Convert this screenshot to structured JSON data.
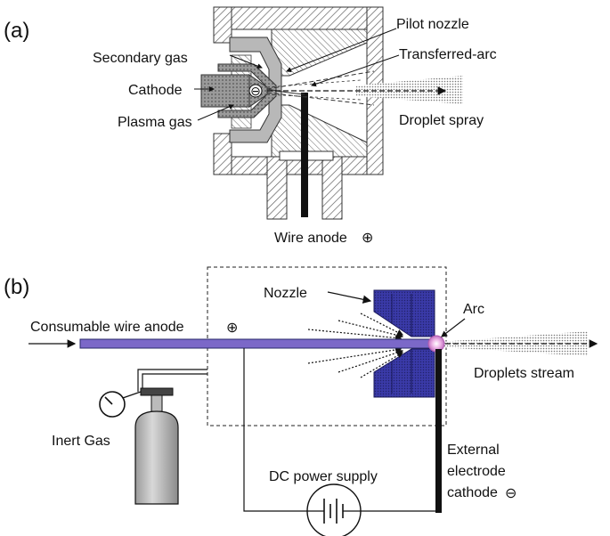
{
  "panel_a": {
    "tag": "(a)",
    "labels": {
      "pilot_nozzle": "Pilot nozzle",
      "secondary_gas": "Secondary gas",
      "transferred_arc": "Transferred-arc",
      "cathode": "Cathode",
      "plasma_gas": "Plasma gas",
      "droplet_spray": "Droplet spray",
      "wire_anode": "Wire anode",
      "cathode_sign": "⊖",
      "anode_sign": "⊕"
    }
  },
  "panel_b": {
    "tag": "(b)",
    "labels": {
      "nozzle": "Nozzle",
      "arc": "Arc",
      "consumable_wire_anode": "Consumable wire anode",
      "anode_sign": "⊕",
      "droplets_stream": "Droplets stream",
      "inert_gas": "Inert Gas",
      "external_line1": "External",
      "external_line2": "electrode",
      "external_line3": "cathode",
      "cathode_sign": "⊖",
      "dc_power_supply": "DC power supply"
    }
  },
  "colors": {
    "wire": "#7b68c8",
    "nozzle_blue": "#3232a0",
    "arc_pink": "#e8a0d8",
    "cylinder": "#c8c8c8",
    "hatch": "#555555",
    "cathode_body": "#8a8a8a"
  }
}
